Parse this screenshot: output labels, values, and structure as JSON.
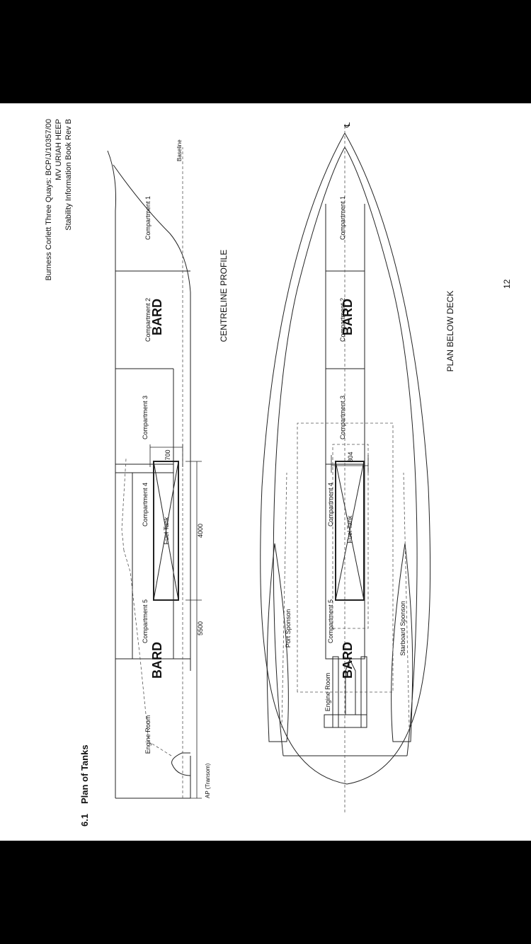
{
  "header": {
    "line1": "Burness Corlett Three Quays: BCP/J/10357/00",
    "line2": "MV URIAH HEEP",
    "line3": "Stability Information Book Rev B"
  },
  "section": {
    "number": "6.1",
    "title": "Plan of Tanks"
  },
  "profile": {
    "title": "CENTRELINE PROFILE",
    "baseline": "Baseline",
    "ap_label": "AP (Transom)",
    "compartments": [
      "Compartment 1",
      "Compartment 2",
      "Compartment 3",
      "Compartment 4",
      "Compartment 5"
    ],
    "engine_room": "Engine Room",
    "fuel_tank": "Fuel Tank",
    "dims": {
      "d700": "700",
      "d4000": "4000",
      "d5500": "5500"
    }
  },
  "plan": {
    "title": "PLAN BELOW DECK",
    "centreline": "℄",
    "compartments": [
      "Compartment 1",
      "Compartment 2",
      "Compartment 3",
      "Compartment 4",
      "Compartment 5"
    ],
    "engine_room": "Engine Room",
    "fuel_tank": "Fuel Tank",
    "port_sponson": "Port Sponson",
    "starboard_sponson": "Starboard Sponson",
    "dim": "804"
  },
  "watermark": "BARD",
  "page_number": "12"
}
